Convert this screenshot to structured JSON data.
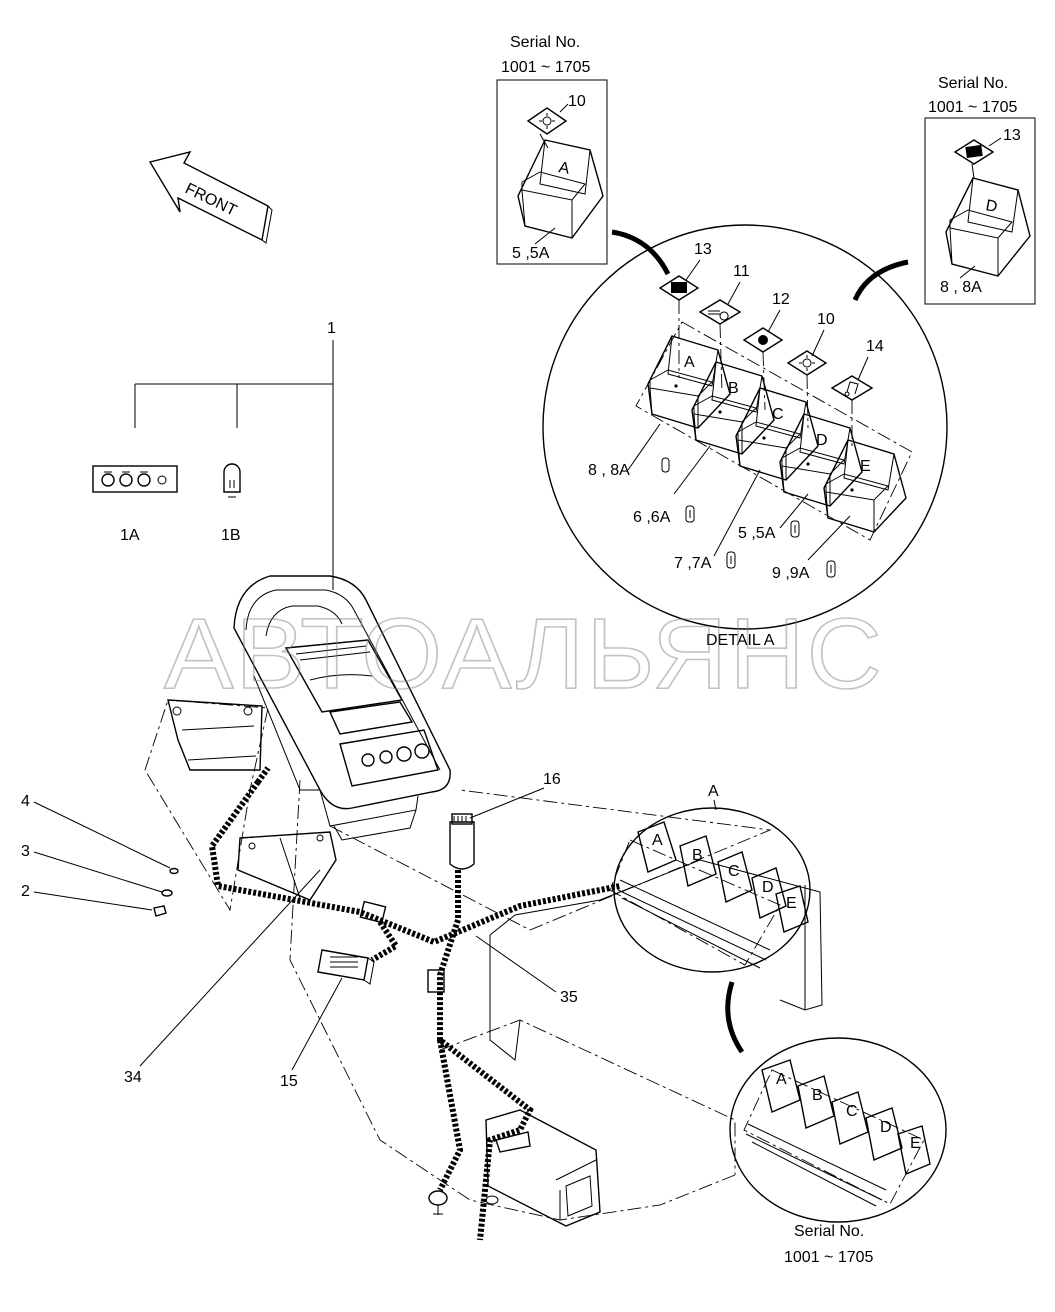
{
  "front_label": "FRONT",
  "serial_label": "Serial No.",
  "serial_range": "1001 ~ 1705",
  "detail_label": "DETAIL A",
  "detail_ref": "A",
  "watermark": "АВТОАЛЬЯНС",
  "callouts": {
    "c1": "1",
    "c1A": "1A",
    "c1B": "1B",
    "c2": "2",
    "c3": "3",
    "c4": "4",
    "c10": "10",
    "c11": "11",
    "c12": "12",
    "c13": "13",
    "c14": "14",
    "c15": "15",
    "c16": "16",
    "c34": "34",
    "c35": "35",
    "c55A": "5 ,5A",
    "c66A": "6 ,6A",
    "c77A": "7 ,7A",
    "c88A": "8 , 8A",
    "c99A": "9 ,9A"
  },
  "switch_letters": [
    "A",
    "B",
    "C",
    "D",
    "E"
  ]
}
